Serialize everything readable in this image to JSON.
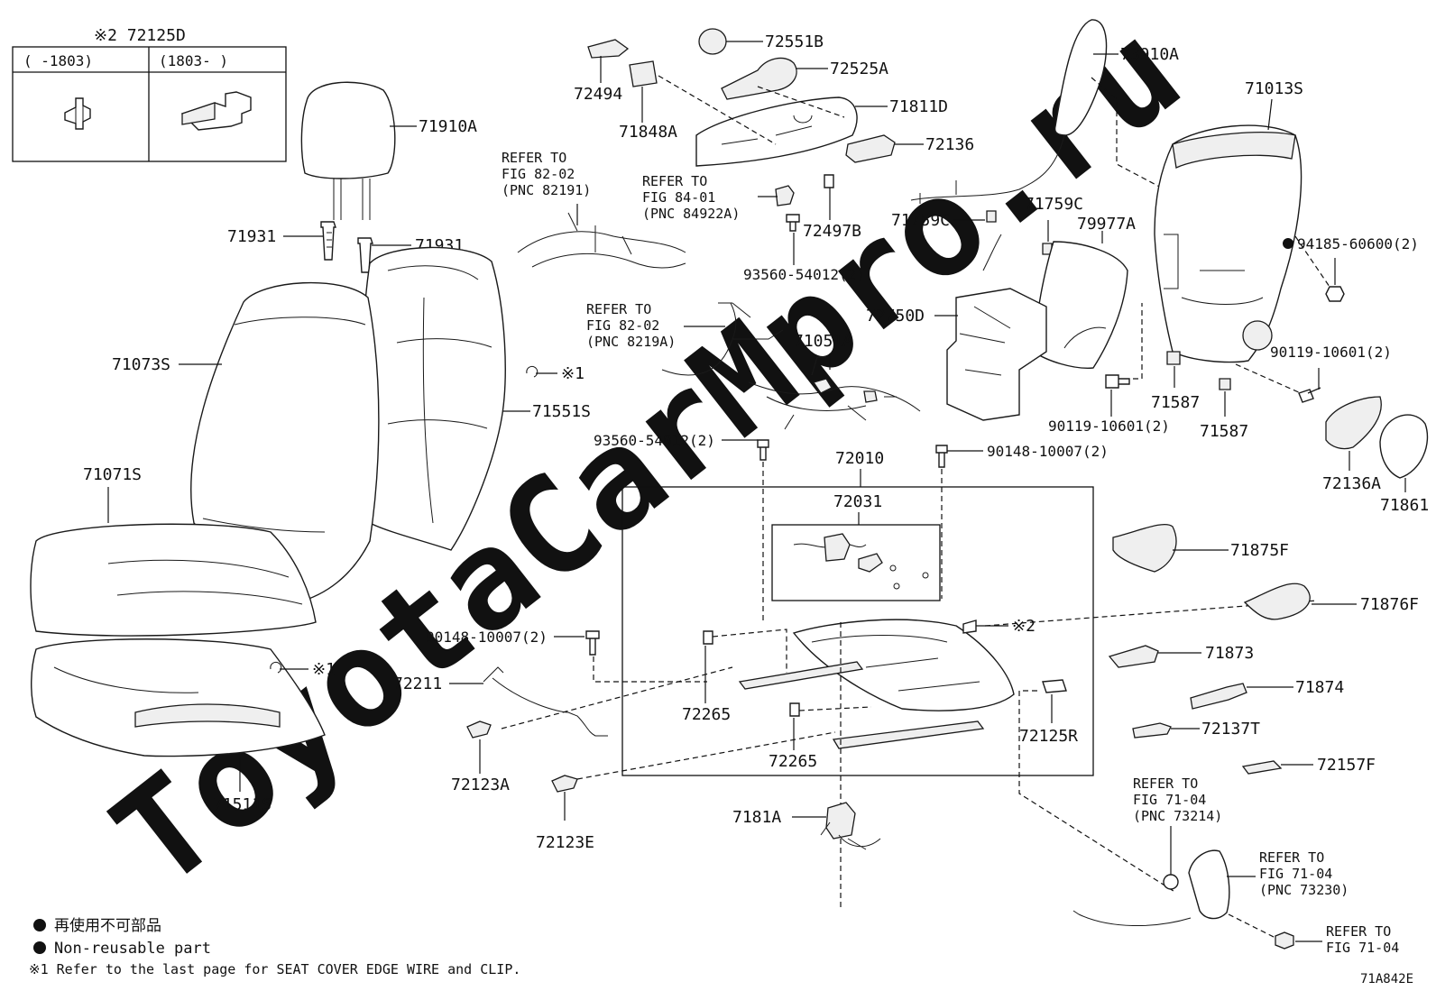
{
  "diagram": {
    "watermark": "ToyotaCarMpro.ru",
    "figure_code": "71A842E",
    "variant_table": {
      "title": "※2 72125D",
      "col1": "(      -1803)",
      "col2": "(1803-      )"
    },
    "legend": {
      "item1": "再使用不可部品",
      "item2": "Non-reusable part",
      "note": "※1 Refer to the last page for SEAT COVER EDGE WIRE and CLIP."
    },
    "labels": {
      "p71910A": "71910A",
      "p71931a": "71931",
      "p71931b": "71931",
      "p71073S": "71073S",
      "p71551S": "71551S",
      "p71071S": "71071S",
      "p71511S": "71511S",
      "mark1a": "※1",
      "mark1b": "※1",
      "p72494": "72494",
      "p72551B": "72551B",
      "p72525A": "72525A",
      "p71848A": "71848A",
      "p71811D": "71811D",
      "p72136": "72136",
      "p72497B": "72497B",
      "p93560a": "93560-54012(2)",
      "p73910A": "73910A",
      "p71759Ca": "71759C",
      "p71759Cb": "71759C",
      "p79977A": "79977A",
      "p72750D": "72750D",
      "p71051A": "71051A",
      "p71013S": "71013S",
      "p94185": "94185-60600(2)",
      "p90119a": "90119-10601(2)",
      "p90119b": "90119-10601(2)",
      "p71587a": "71587",
      "p71587b": "71587",
      "p72136A": "72136A",
      "p71861": "71861",
      "p93560b": "93560-54012(2)",
      "p90148a": "90148-10007(2)",
      "p90148b": "90148-10007(2)",
      "p72010": "72010",
      "p72031": "72031",
      "mark2": "※2",
      "p72211": "72211",
      "p72265a": "72265",
      "p72265b": "72265",
      "p72125R": "72125R",
      "p72123A": "72123A",
      "p72123E": "72123E",
      "p7181A": "7181A",
      "p71875F": "71875F",
      "p71876F": "71876F",
      "p71873": "71873",
      "p71874": "71874",
      "p72137T": "72137T",
      "p72157F": "72157F"
    },
    "refs": {
      "r1": [
        "REFER TO",
        "FIG 82-02",
        "(PNC 82191)"
      ],
      "r2": [
        "REFER TO",
        "FIG 84-01",
        "(PNC 84922A)"
      ],
      "r3": [
        "REFER TO",
        "FIG 82-02",
        "(PNC 8219A)"
      ],
      "r4": [
        "REFER TO",
        "FIG 71-04",
        "(PNC 73214)"
      ],
      "r5": [
        "REFER TO",
        "FIG 71-04",
        "(PNC 73230)"
      ],
      "r6": [
        "REFER TO",
        "FIG 71-04"
      ]
    }
  }
}
